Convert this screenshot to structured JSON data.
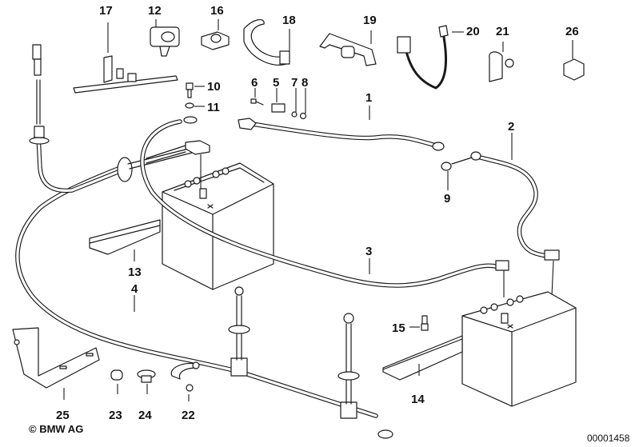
{
  "diagram": {
    "title": "Battery cable parts diagram",
    "copyright": "© BMW AG",
    "diagram_id": "00001458",
    "callouts": [
      {
        "id": "1",
        "part": "battery-cable-plus-1"
      },
      {
        "id": "2",
        "part": "battery-cable-2"
      },
      {
        "id": "3",
        "part": "battery-cable-3"
      },
      {
        "id": "4",
        "part": "battery-cable-4"
      },
      {
        "id": "5",
        "part": "terminal-clamp"
      },
      {
        "id": "6",
        "part": "screw"
      },
      {
        "id": "7",
        "part": "washer"
      },
      {
        "id": "8",
        "part": "nut"
      },
      {
        "id": "9",
        "part": "nut"
      },
      {
        "id": "10",
        "part": "bolt"
      },
      {
        "id": "11",
        "part": "washer"
      },
      {
        "id": "12",
        "part": "cable-holder"
      },
      {
        "id": "13",
        "part": "battery-holder-rail"
      },
      {
        "id": "14",
        "part": "battery-holder-rail"
      },
      {
        "id": "15",
        "part": "expanding-rivet"
      },
      {
        "id": "16",
        "part": "cable-clip"
      },
      {
        "id": "17",
        "part": "cable-holder-bracket"
      },
      {
        "id": "18",
        "part": "cable-strap"
      },
      {
        "id": "19",
        "part": "terminal-cover"
      },
      {
        "id": "20",
        "part": "cable-tie-strap"
      },
      {
        "id": "21",
        "part": "cable-clip"
      },
      {
        "id": "22",
        "part": "cable-clamp"
      },
      {
        "id": "23",
        "part": "grommet"
      },
      {
        "id": "24",
        "part": "grommet"
      },
      {
        "id": "25",
        "part": "bracket"
      },
      {
        "id": "26",
        "part": "cable-holder"
      }
    ]
  }
}
